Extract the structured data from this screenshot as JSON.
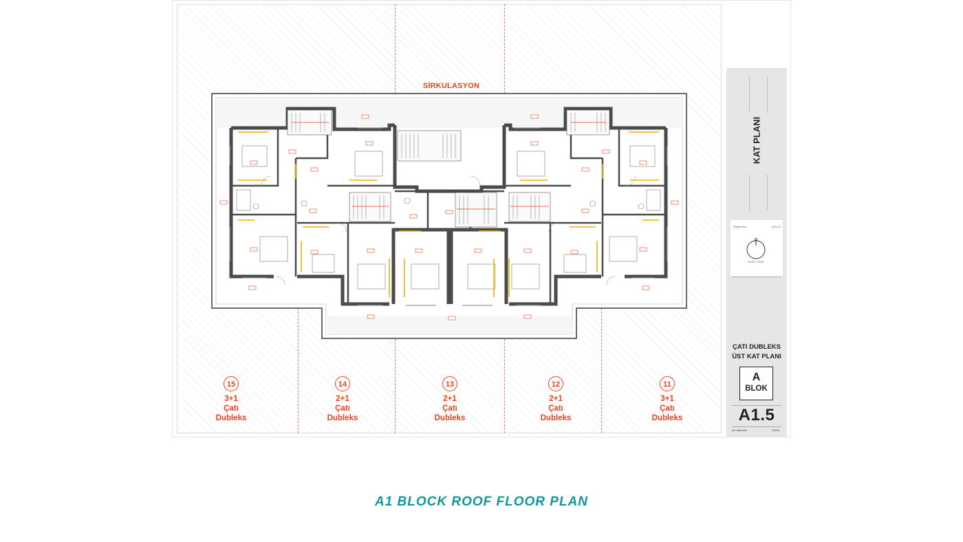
{
  "plan": {
    "circulation_label": "SİRKULASYON",
    "units": [
      {
        "number": "15",
        "type": "3+1",
        "line1": "Çatı",
        "line2": "Dubleks"
      },
      {
        "number": "14",
        "type": "2+1",
        "line1": "Çatı",
        "line2": "Dubleks"
      },
      {
        "number": "13",
        "type": "2+1",
        "line1": "Çatı",
        "line2": "Dubleks"
      },
      {
        "number": "12",
        "type": "2+1",
        "line1": "Çatı",
        "line2": "Dubleks"
      },
      {
        "number": "11",
        "type": "3+1",
        "line1": "Çatı",
        "line2": "Dubleks"
      }
    ]
  },
  "title_block": {
    "vertical_title": "KAT PLANI",
    "project_no_label": "Project No.",
    "project_no_value": "2021-17",
    "north_label": "KUZEY YÖNÜ",
    "sheet_title_1": "ÇATI DUBLEKS",
    "sheet_title_2": "ÜST KAT PLANI",
    "block_letter": "A",
    "block_word": "BLOK",
    "sheet_number": "A1.5",
    "firm": "ee+mimarlık",
    "copyright": "©2021"
  },
  "caption": "A1 BLOCK ROOF FLOOR PLAN",
  "colors": {
    "accent": "#e8431c",
    "caption": "#12979b",
    "wall": "#4a4a4a",
    "furniture": "#f0b400"
  }
}
